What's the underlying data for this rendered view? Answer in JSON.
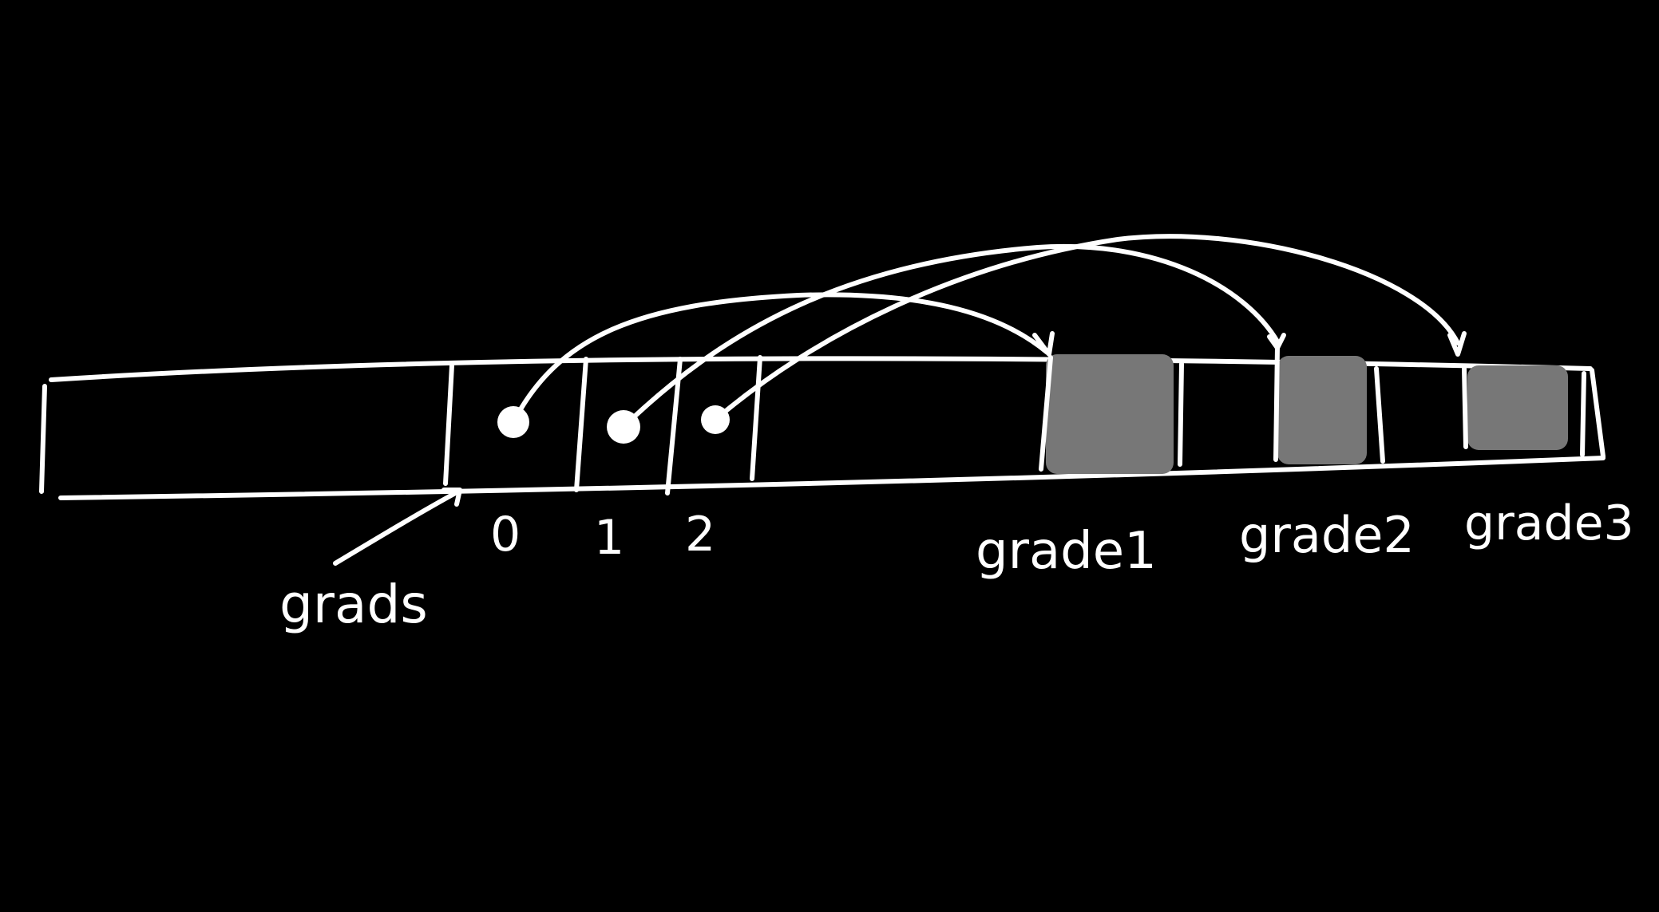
{
  "colors": {
    "background": "#000000",
    "ink": "#ffffff",
    "filled_cell": "#777777"
  },
  "labels": {
    "pointer_name": "grads",
    "index_0": "0",
    "index_1": "1",
    "index_2": "2",
    "grade_1": "grade1",
    "grade_2": "grade2",
    "grade_3": "grade3"
  }
}
